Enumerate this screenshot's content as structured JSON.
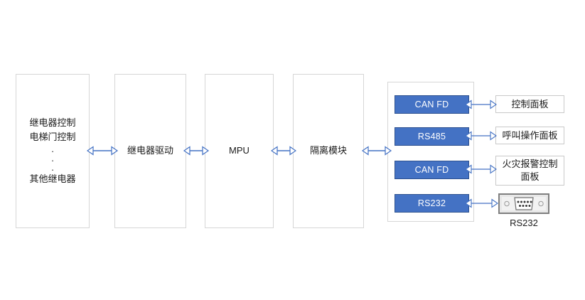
{
  "diagram": {
    "title": "Relay / MPU communication block diagram",
    "background_color": "#ffffff",
    "accent_color": "#4472c4",
    "arrow_color": "#4472c4",
    "box_border_color": "#d6d6d6"
  },
  "blocks": {
    "relay_control": {
      "line1": "继电器控制",
      "line2": "电梯门控制",
      "dot1": ".",
      "dot2": ".",
      "dot3": ".",
      "line3": "其他继电器"
    },
    "relay_driver": {
      "label": "继电器驱动"
    },
    "mpu": {
      "label": "MPU"
    },
    "isolation": {
      "label": "隔离模块"
    }
  },
  "bus_interfaces": [
    {
      "label": "CAN FD"
    },
    {
      "label": "RS485"
    },
    {
      "label": "CAN FD"
    },
    {
      "label": "RS232"
    }
  ],
  "peripherals": [
    {
      "label": "控制面板"
    },
    {
      "label": "呼叫操作面板"
    },
    {
      "label": "火灾报警控制面板"
    }
  ],
  "connector": {
    "icon": "db9-serial-connector-icon",
    "caption": "RS232"
  }
}
